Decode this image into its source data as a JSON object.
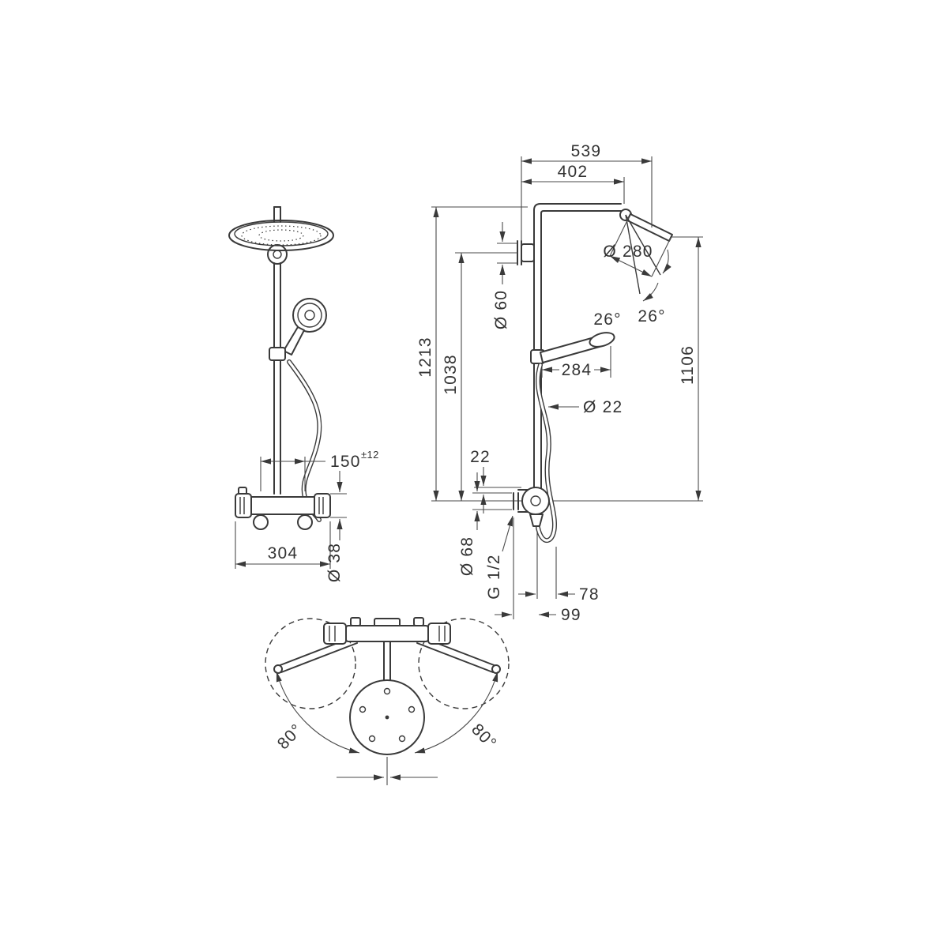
{
  "drawing": {
    "type": "shower-system-technical-dimension-drawing",
    "colors": {
      "line": "#3a3a3a",
      "dim_line": "#4a4a4a",
      "background": "#ffffff",
      "text": "#333333"
    },
    "front": {
      "mount_distance": "150",
      "mount_tolerance": "±12",
      "valve_width": "304",
      "valve_dia": "Ø 38"
    },
    "side": {
      "top_width": "539",
      "arm_reach": "402",
      "head_dia": "Ø 280",
      "tilt_angle_a": "26°",
      "tilt_angle_b": "26°",
      "bracket_dia": "Ø 60",
      "total_height": "1213",
      "bracket_height": "1038",
      "handshower_length": "284",
      "hose_dia": "Ø 22",
      "plate_offset": "22",
      "escutcheon_dia": "Ø 68",
      "thread": "G 1/2",
      "hose_offset": "78",
      "wall_depth": "99",
      "head_height": "1106"
    },
    "plan": {
      "swing_left": "80°",
      "swing_right": "80°"
    }
  }
}
